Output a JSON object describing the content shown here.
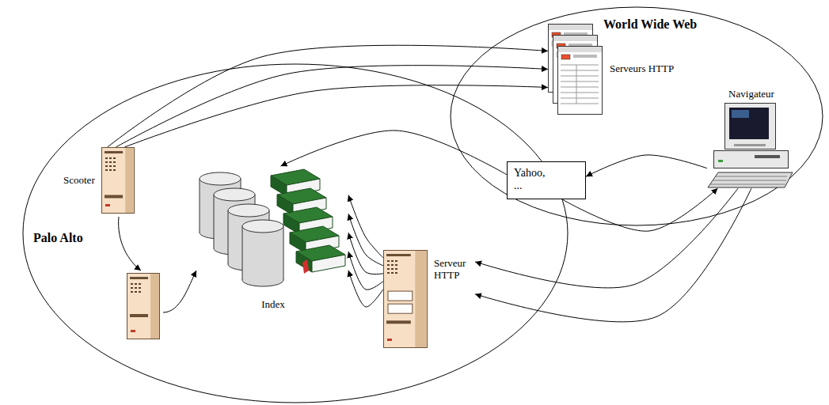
{
  "diagram": {
    "nodes": [
      {
        "text": [
          "World Wide Web"
        ]
      },
      {
        "text": [
          "Serveurs HTTP"
        ],
        "in": 0
      },
      {
        "text": [
          "Navigateur"
        ],
        "in": 0
      },
      {
        "text": [
          "Palo Alto"
        ]
      },
      {
        "text": [
          "Scooter"
        ],
        "in": 3
      },
      {
        "text": [
          "Index"
        ],
        "in": 3
      },
      {
        "text": [
          "Serveur HTTP"
        ],
        "in": 3
      },
      {
        "text": [
          "Yahoo, ..."
        ]
      }
    ],
    "edges": [
      {
        "from": 4,
        "to": 1,
        "arrow": "to"
      },
      {
        "from": 4,
        "to": 1,
        "arrow": "to"
      },
      {
        "from": 4,
        "to": 1,
        "arrow": "to"
      },
      {
        "from": 6,
        "to": 5,
        "arrow": "to"
      },
      {
        "from": 6,
        "to": 5,
        "arrow": "to"
      },
      {
        "from": 6,
        "to": 5,
        "arrow": "to"
      },
      {
        "from": 6,
        "to": 5,
        "arrow": "to"
      },
      {
        "from": 6,
        "to": 5,
        "arrow": "to"
      },
      {
        "from": 7,
        "to": 5,
        "arrow": "to"
      },
      {
        "from": 2,
        "to": 7,
        "arrow": "to"
      },
      {
        "from": 7,
        "to": 2,
        "arrow": "to"
      },
      {
        "from": 2,
        "to": 6,
        "arrow": "to"
      },
      {
        "from": 2,
        "to": 6,
        "arrow": "to"
      }
    ]
  }
}
